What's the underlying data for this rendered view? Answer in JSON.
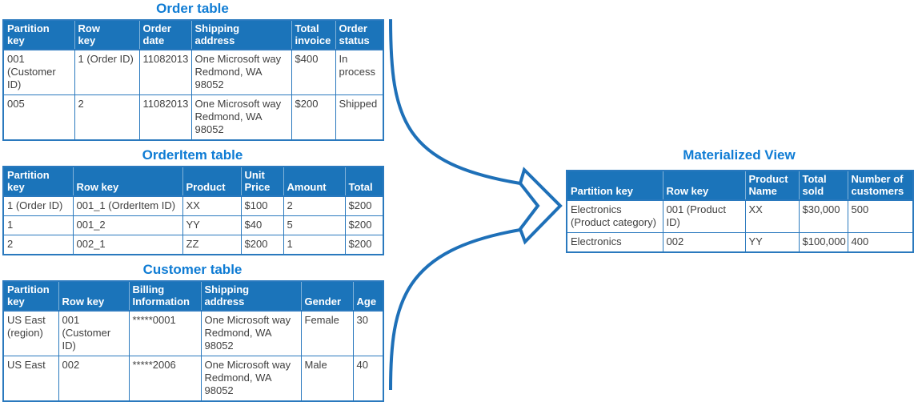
{
  "colors": {
    "table_header_bg": "#1b74ba",
    "table_header_text": "#ffffff",
    "title_text": "#0f7cd4",
    "table_border": "#2a79be",
    "body_text": "#404040",
    "arrow_stroke": "#1e70b8",
    "background": "#ffffff"
  },
  "arrow": {
    "name": "merge-arrow",
    "description": "two curves merging into right-pointing arrowhead"
  },
  "tables": [
    {
      "id": "order",
      "title": "Order table",
      "columns": [
        "Partition\nkey",
        "Row\nkey",
        "Order\ndate",
        "Shipping\naddress",
        "Total\ninvoice",
        "Order\nstatus"
      ],
      "rows": [
        [
          "001\n(Customer ID)",
          "1 (Order ID)",
          "11082013",
          "One Microsoft way\nRedmond, WA\n98052",
          "$400",
          "In\nprocess"
        ],
        [
          "005",
          "2",
          "11082013",
          "One Microsoft way\nRedmond, WA\n98052",
          "$200",
          "Shipped"
        ]
      ]
    },
    {
      "id": "orderitem",
      "title": "OrderItem table",
      "columns": [
        "Partition\nkey",
        "Row key",
        "Product",
        "Unit\nPrice",
        "Amount",
        "Total"
      ],
      "rows": [
        [
          "1 (Order ID)",
          "001_1 (OrderItem ID)",
          "XX",
          "$100",
          "2",
          "$200"
        ],
        [
          "1",
          "001_2",
          "YY",
          "$40",
          "5",
          "$200"
        ],
        [
          "2",
          "002_1",
          "ZZ",
          "$200",
          "1",
          "$200"
        ]
      ]
    },
    {
      "id": "customer",
      "title": "Customer table",
      "columns": [
        "Partition\nkey",
        "Row key",
        "Billing\nInformation",
        "Shipping\naddress",
        "Gender",
        "Age"
      ],
      "rows": [
        [
          "US East\n(region)",
          "001\n(Customer ID)",
          "*****0001",
          "One Microsoft way\nRedmond, WA\n98052",
          "Female",
          "30"
        ],
        [
          "US East",
          "002",
          "*****2006",
          "One Microsoft way\nRedmond, WA\n98052",
          "Male",
          "40"
        ]
      ]
    },
    {
      "id": "materialized-view",
      "title": "Materialized View",
      "columns": [
        "Partition key",
        "Row key",
        "Product\nName",
        "Total\nsold",
        "Number of\ncustomers"
      ],
      "rows": [
        [
          "Electronics\n(Product category)",
          "001 (Product ID)",
          "XX",
          "$30,000",
          "500"
        ],
        [
          "Electronics",
          "002",
          "YY",
          "$100,000",
          "400"
        ]
      ]
    }
  ]
}
